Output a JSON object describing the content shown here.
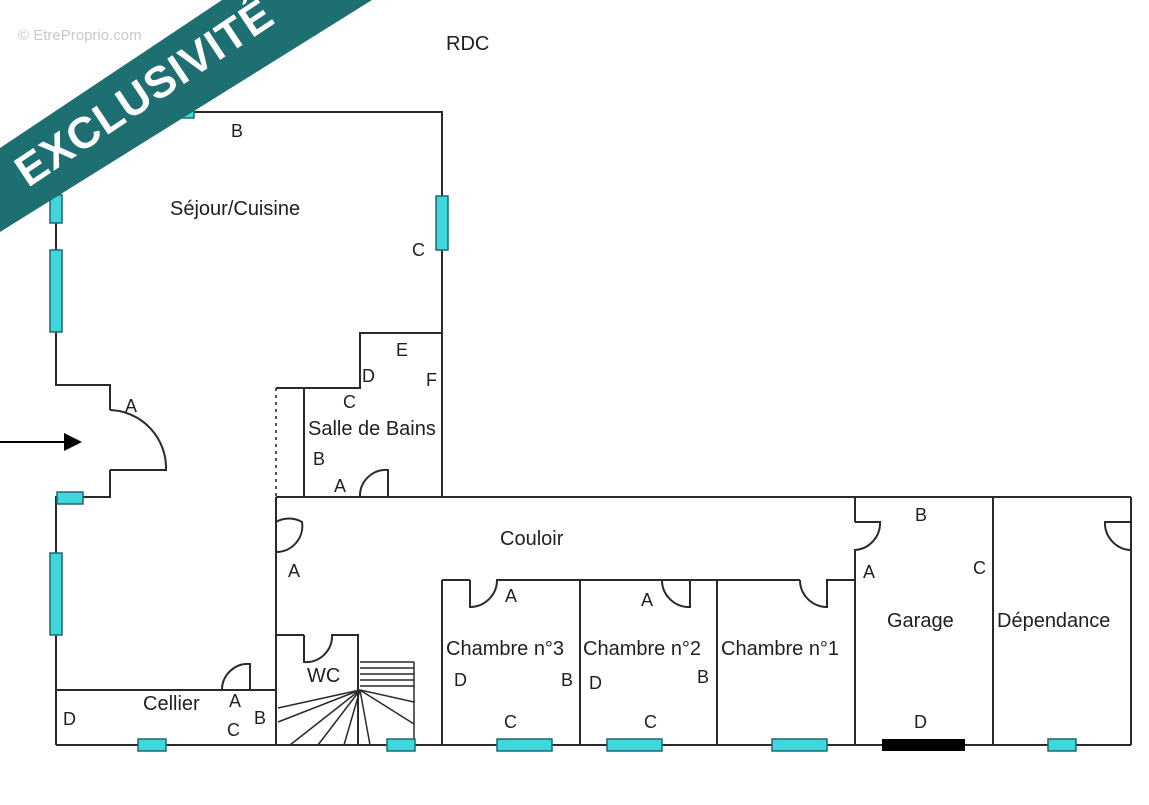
{
  "watermark": "© EtreProprio.com",
  "ribbon": {
    "text": "EXCLUSIVITÉ",
    "color": "#1e6f72"
  },
  "level": "RDC",
  "rooms": {
    "sejour": "Séjour/Cuisine",
    "sdb": "Salle de Bains",
    "couloir": "Couloir",
    "cellier": "Cellier",
    "wc": "WC",
    "ch3": "Chambre n°3",
    "ch2": "Chambre n°2",
    "ch1": "Chambre n°1",
    "garage": "Garage",
    "dependance": "Dépendance"
  },
  "marks": {
    "A": "A",
    "B": "B",
    "C": "C",
    "D": "D",
    "E": "E",
    "F": "F"
  },
  "colors": {
    "wall": "#2a2a2a",
    "window": "#3fd6dc",
    "garage_door": "#000000"
  }
}
